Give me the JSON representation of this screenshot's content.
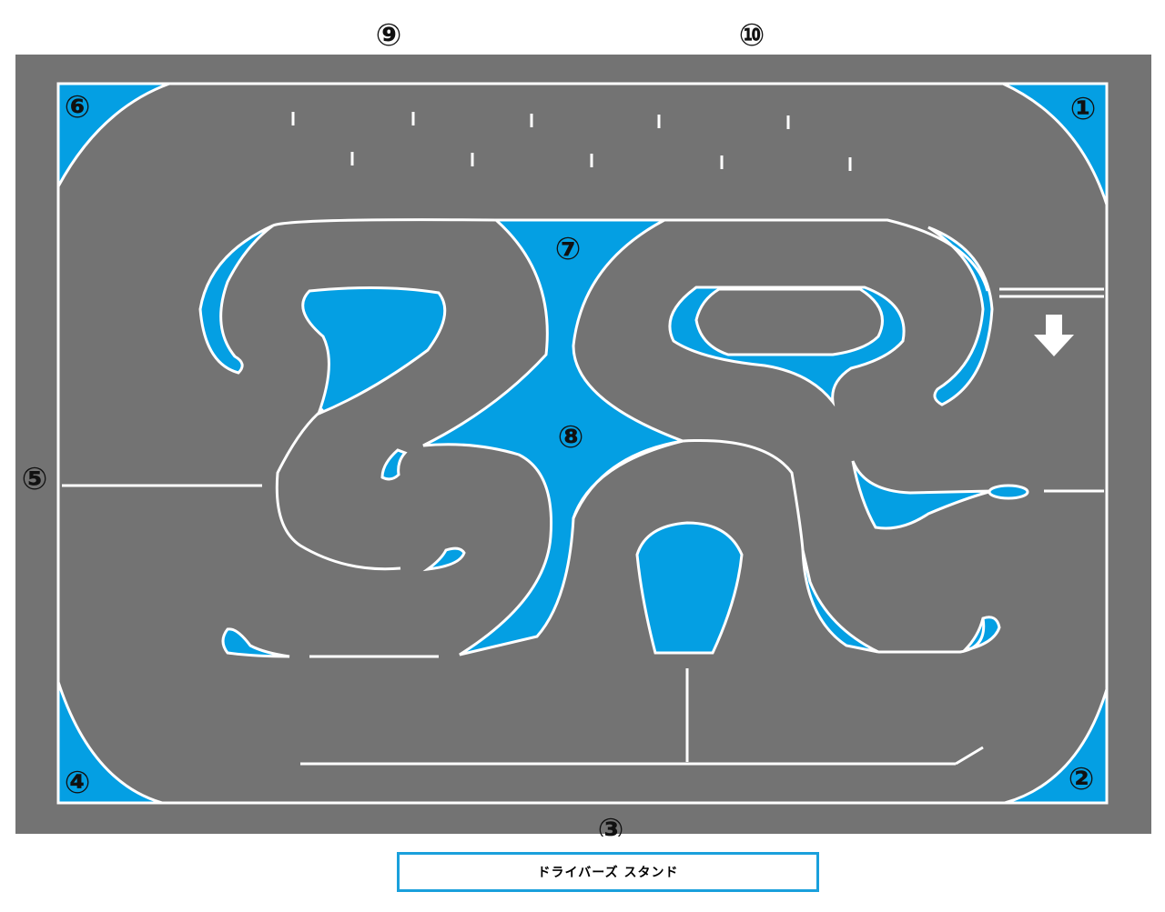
{
  "map": {
    "title": "",
    "colors": {
      "asphalt": "#737373",
      "infield": "#049fe3",
      "line": "#ffffff",
      "label": "#111111"
    },
    "corner_labels": {
      "c1": "①",
      "c2": "②",
      "c3": "③",
      "c4": "④",
      "c5": "⑤",
      "c6": "⑥",
      "c7": "⑦",
      "c8": "⑧",
      "c9": "⑨",
      "c10": "⑩"
    },
    "direction_icon": "down-arrow-icon",
    "driver_stand_label": "ドライバーズ スタンド"
  }
}
